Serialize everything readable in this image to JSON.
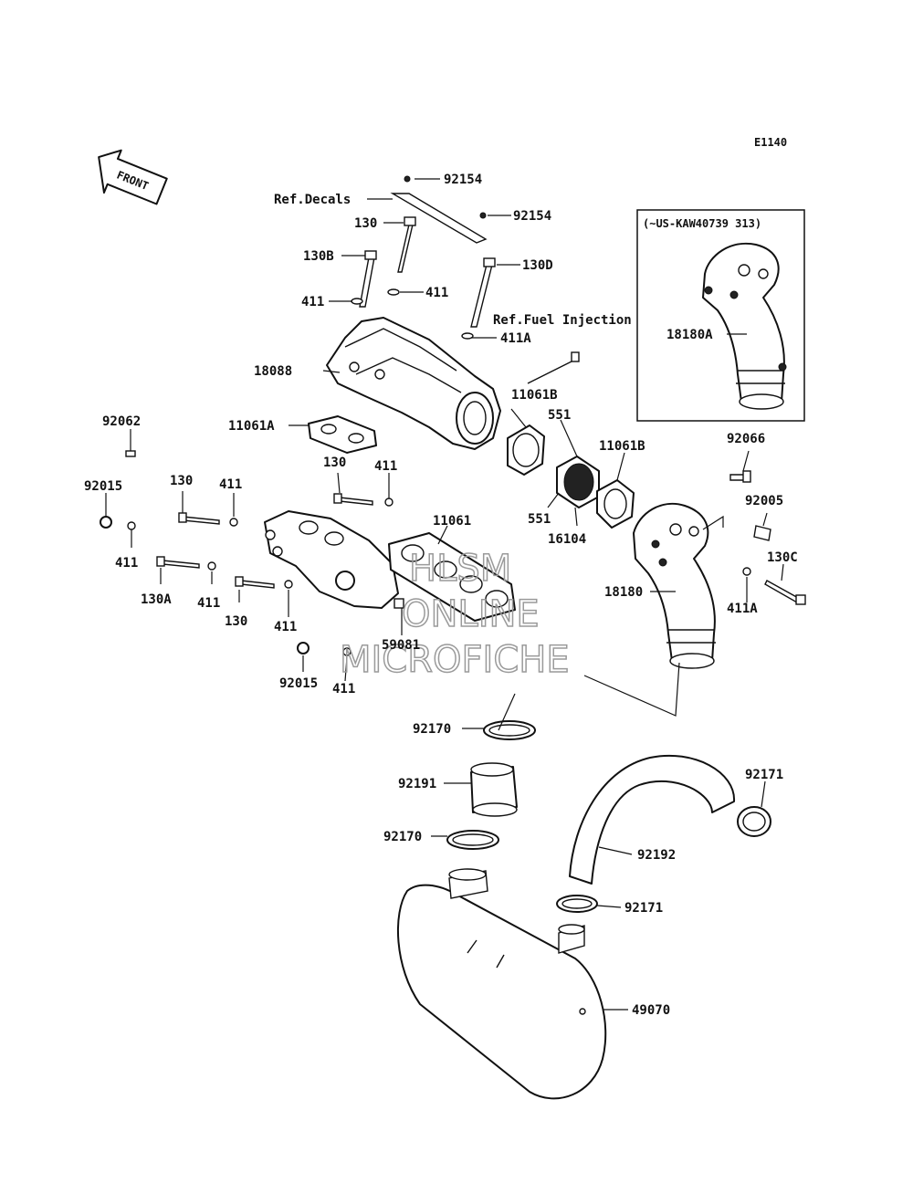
{
  "figure_code": "E1140",
  "front_marker": "FRONT",
  "variant_box_label": "(~US-KAW40739 313)",
  "watermark": {
    "line1": "HLSM",
    "line2": "ONLINE",
    "line3": "MICROFICHE"
  },
  "callouts": [
    "92154",
    "Ref.Decals",
    "92154",
    "130",
    "130B",
    "130D",
    "411",
    "411",
    "Ref.Fuel Injection",
    "411A",
    "18088",
    "11061B",
    "551",
    "11061A",
    "92062",
    "11061B",
    "130",
    "411",
    "92066",
    "92015",
    "130",
    "411",
    "11061",
    "551",
    "92005",
    "411",
    "16104",
    "130C",
    "130A",
    "411",
    "18180",
    "130",
    "411A",
    "411",
    "59081",
    "92015",
    "411",
    "18180A",
    "92170",
    "92191",
    "92171",
    "92170",
    "92192",
    "92171",
    "49070"
  ],
  "colors": {
    "ink": "#111111",
    "paper": "#ffffff",
    "watermark": "#9a9a9a"
  }
}
